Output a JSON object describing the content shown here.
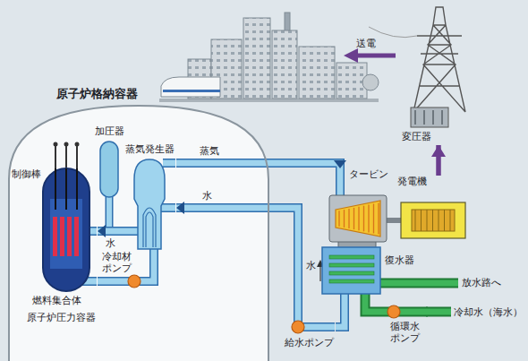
{
  "diagram": {
    "nodes": [
      {
        "text": [
          "原子炉格納容器"
        ]
      },
      {
        "text": [
          "加圧器"
        ],
        "in": 0
      },
      {
        "text": [
          "蒸気発生器"
        ],
        "in": 0
      },
      {
        "text": [
          "原子炉圧力容器"
        ],
        "in": 0
      },
      {
        "text": [
          "冷却材 ポンプ"
        ],
        "in": 0
      },
      {
        "text": [
          "タービン"
        ]
      },
      {
        "text": [
          "発電機"
        ]
      },
      {
        "text": [
          "変圧器"
        ]
      },
      {
        "text": [
          "復水器"
        ]
      },
      {
        "text": [
          "給水ポンプ"
        ]
      },
      {
        "text": [
          "循環水 ポンプ"
        ]
      }
    ],
    "edges": [
      {
        "from": 2,
        "to": 5,
        "label": "蒸気",
        "arrow": "to"
      },
      {
        "from": 6,
        "to": 7,
        "arrow": "to"
      },
      {
        "from": 9,
        "to": 2,
        "label": "水",
        "arrow": "to"
      },
      {
        "from": 8,
        "to": 9,
        "arrow": "none"
      },
      {
        "from": 2,
        "to": 3,
        "label": "水",
        "arrow": "to"
      },
      {
        "from": 2,
        "to": 4,
        "arrow": "none"
      },
      {
        "from": 4,
        "to": 3,
        "arrow": "none"
      },
      {
        "from": 10,
        "to": 8,
        "arrow": "none"
      }
    ],
    "labels": [
      "制御棒",
      "燃料集合体",
      "水",
      "送電",
      "放水路へ",
      "冷却水（海水）"
    ]
  }
}
